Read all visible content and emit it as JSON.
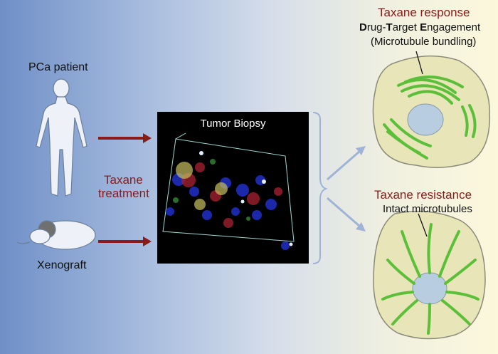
{
  "patient_label": "PCa patient",
  "xenograft_label": "Xenograft",
  "treatment_label_line1": "Taxane",
  "treatment_label_line2": "treatment",
  "biopsy_title": "Tumor Biopsy",
  "response": {
    "title": "Taxane response",
    "line1_parts": [
      "D",
      "rug-",
      "T",
      "arget ",
      "E",
      "ngagement"
    ],
    "line2": "(Microtubule bundling)"
  },
  "resistance": {
    "title": "Taxane resistance",
    "line1": "Intact microtubules"
  },
  "colors": {
    "arrow_red": "#8b1a1a",
    "arrow_blue": "#9fb3d6",
    "cell_fill": "#e8e6b8",
    "nucleus": "#b8cde0",
    "microtubule": "#5cbf3a"
  }
}
